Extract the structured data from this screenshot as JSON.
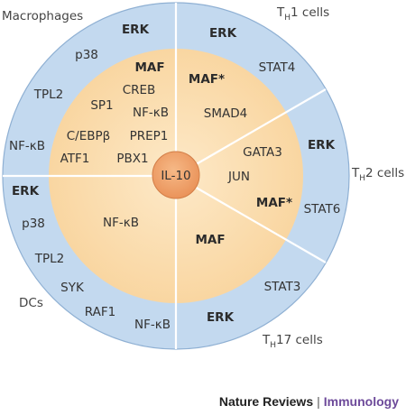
{
  "center": "IL-10",
  "groups": {
    "macrophages": {
      "label": "Macrophages",
      "outer": [
        "ERK",
        "p38",
        "TPL2",
        "NF-κB"
      ],
      "inner": [
        "MAF",
        "CREB",
        "SP1",
        "NF-κB",
        "C/EBPβ",
        "PREP1",
        "ATF1",
        "PBX1"
      ]
    },
    "th1": {
      "label_main": "T",
      "label_sub": "H",
      "label_rest": "1 cells",
      "outer": [
        "ERK",
        "STAT4"
      ],
      "inner": [
        "MAF*",
        "SMAD4"
      ]
    },
    "th2": {
      "label_main": "T",
      "label_sub": "H",
      "label_rest": "2 cells",
      "outer": [
        "ERK",
        "STAT6"
      ],
      "inner": [
        "GATA3",
        "JUN",
        "MAF*"
      ]
    },
    "th17": {
      "label_main": "T",
      "label_sub": "H",
      "label_rest": "17 cells",
      "outer": [
        "STAT3",
        "ERK"
      ],
      "inner": [
        "MAF"
      ]
    },
    "dcs": {
      "label": "DCs",
      "outer": [
        "ERK",
        "p38",
        "TPL2",
        "SYK",
        "RAF1",
        "NF-κB"
      ],
      "inner": [
        "NF-κB"
      ]
    }
  },
  "footer": {
    "journal": "Nature Reviews",
    "separator": "|",
    "section": "Immunology"
  },
  "colors": {
    "outer_ring": "#c3d9ef",
    "outer_stroke": "#8fb0d3",
    "inner_ring": "#fbdeb0",
    "center": "#f0a268",
    "divider": "#ffffff"
  }
}
